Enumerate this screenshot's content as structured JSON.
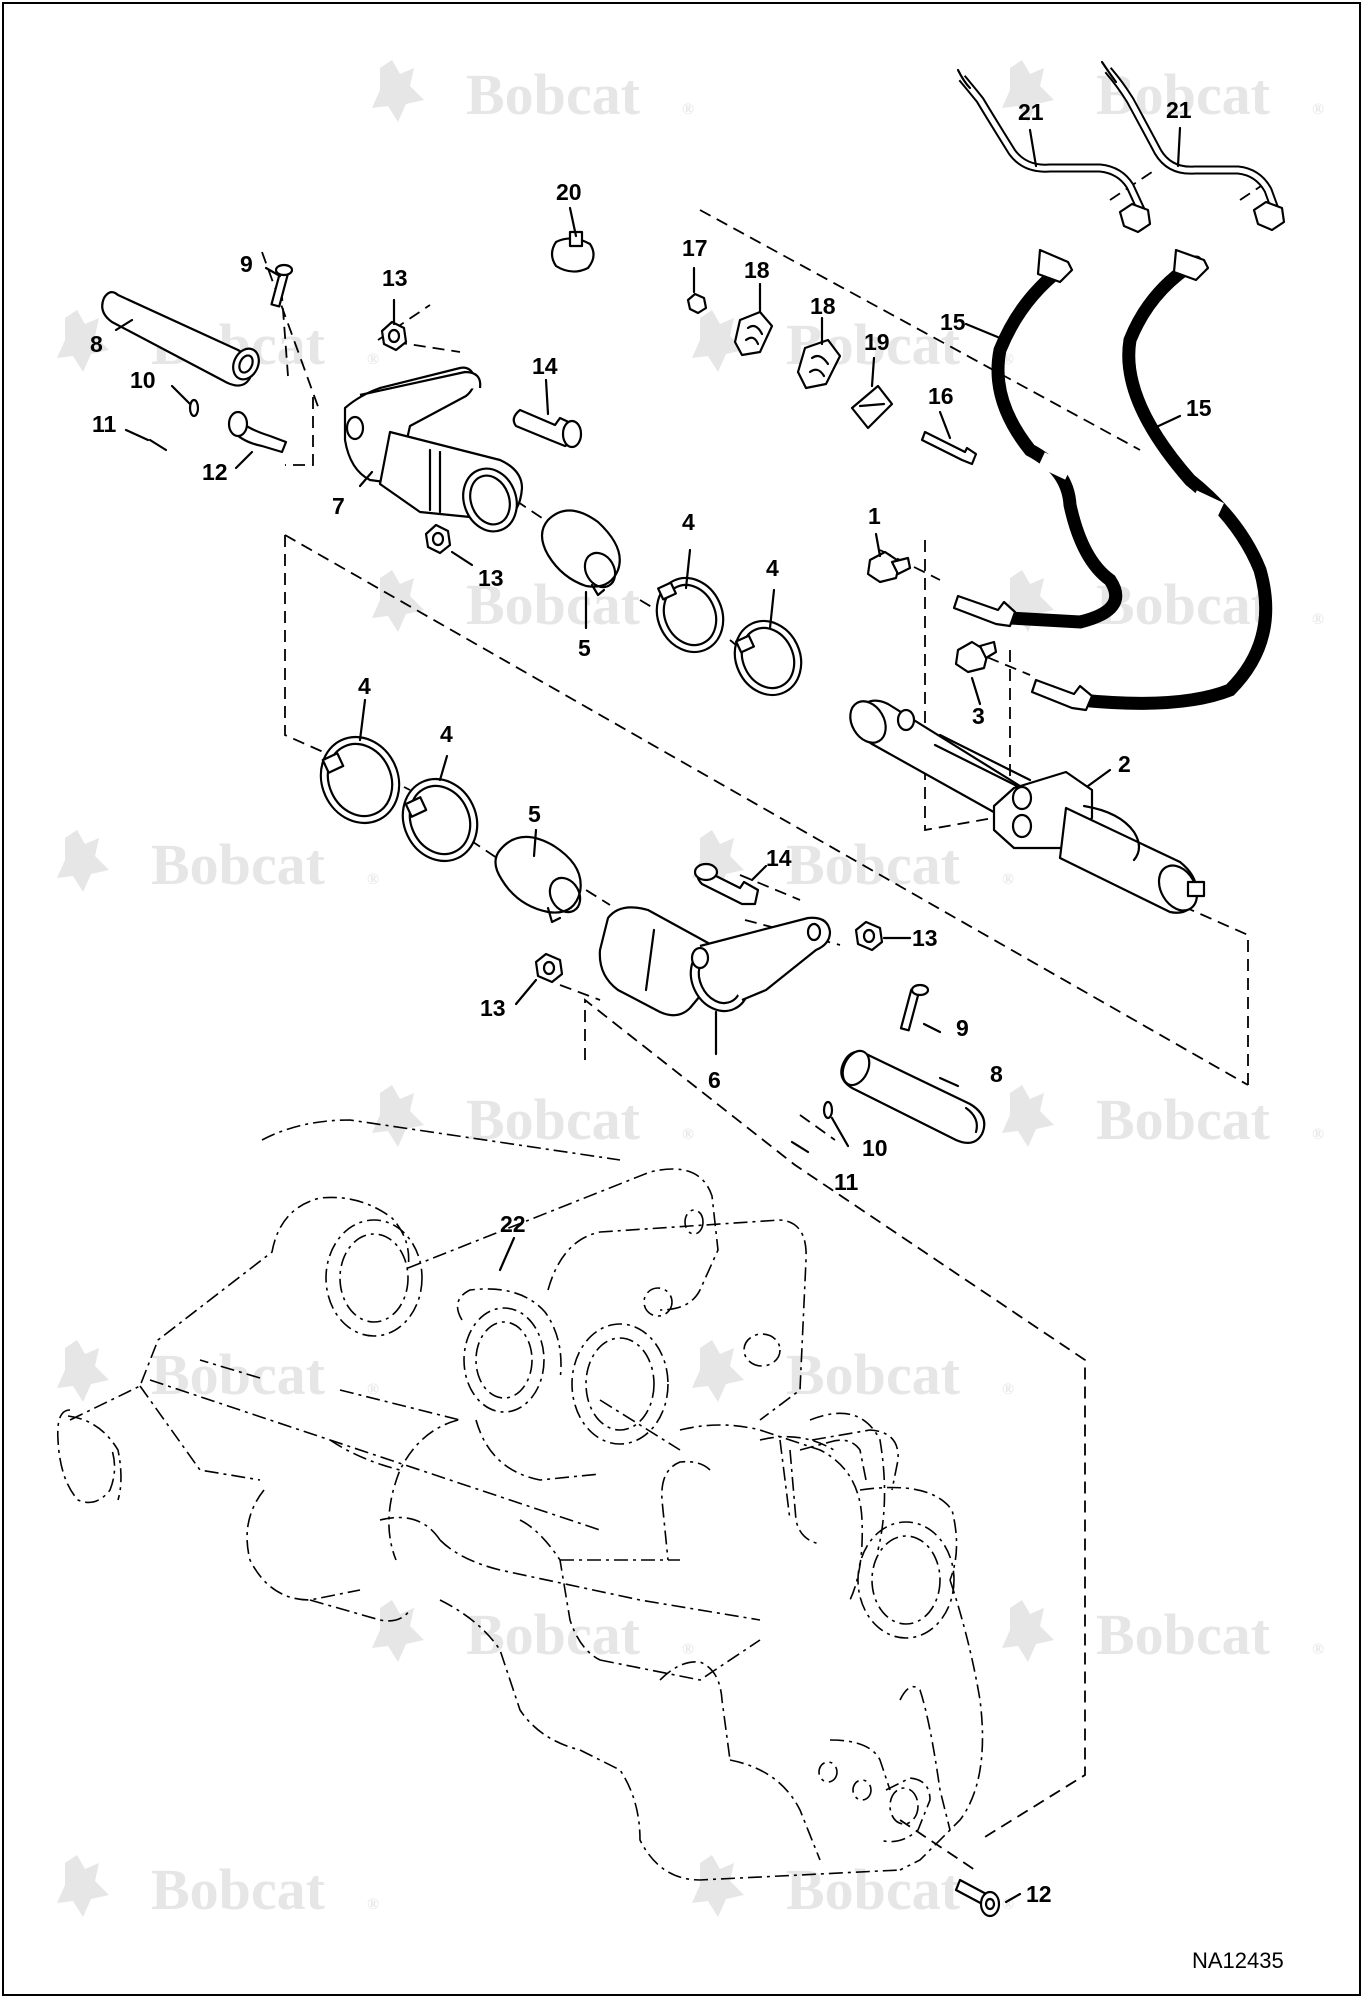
{
  "watermark": {
    "brand": "Bobcat",
    "mark": "®"
  },
  "figure_id": "NA12435",
  "callouts": {
    "c1": "1",
    "c2": "2",
    "c3": "3",
    "c4a": "4",
    "c4b": "4",
    "c4c": "4",
    "c4d": "4",
    "c5a": "5",
    "c5b": "5",
    "c6": "6",
    "c7": "7",
    "c8a": "8",
    "c8b": "8",
    "c9a": "9",
    "c9b": "9",
    "c10a": "10",
    "c10b": "10",
    "c11a": "11",
    "c11b": "11",
    "c12a": "12",
    "c12b": "12",
    "c13a": "13",
    "c13b": "13",
    "c13c": "13",
    "c13d": "13",
    "c14a": "14",
    "c14b": "14",
    "c15a": "15",
    "c15b": "15",
    "c16": "16",
    "c17": "17",
    "c18a": "18",
    "c18b": "18",
    "c19": "19",
    "c20": "20",
    "c21a": "21",
    "c21b": "21",
    "c22": "22"
  },
  "colors": {
    "line": "#000000",
    "watermark": "#e6e6e6",
    "background": "#ffffff"
  }
}
